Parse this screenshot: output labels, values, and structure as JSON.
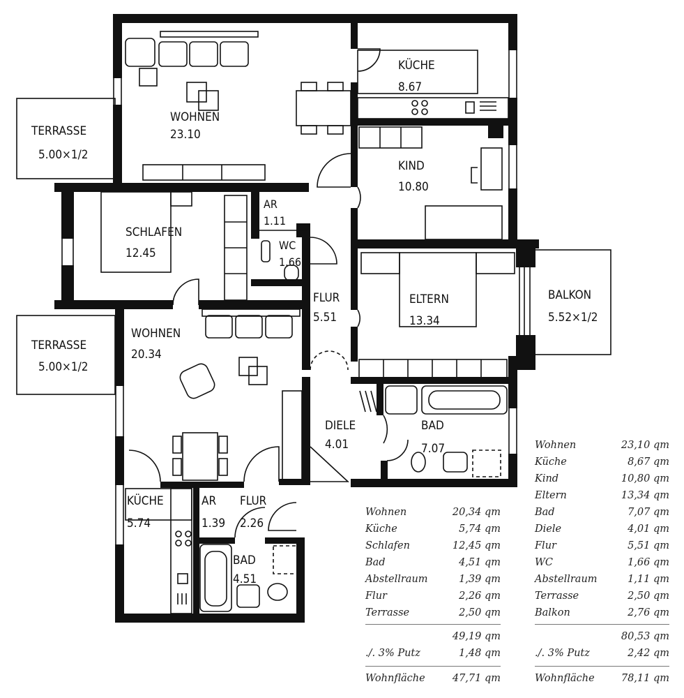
{
  "rooms": {
    "terrasse_top": {
      "name": "TERRASSE",
      "area": "5.00×1/2"
    },
    "wohnen_top": {
      "name": "WOHNEN",
      "area": "23.10"
    },
    "kueche_top": {
      "name": "KÜCHE",
      "area": "8.67"
    },
    "kind": {
      "name": "KIND",
      "area": "10.80"
    },
    "schlafen": {
      "name": "SCHLAFEN",
      "area": "12.45"
    },
    "ar_top": {
      "name": "AR",
      "area": "1.11"
    },
    "wc": {
      "name": "WC",
      "area": "1.66"
    },
    "flur_top": {
      "name": "FLUR",
      "area": "5.51"
    },
    "eltern": {
      "name": "ELTERN",
      "area": "13.34"
    },
    "balkon": {
      "name": "BALKON",
      "area": "5.52×1/2"
    },
    "terrasse_bottom": {
      "name": "TERRASSE",
      "area": "5.00×1/2"
    },
    "wohnen_bottom": {
      "name": "WOHNEN",
      "area": "20.34"
    },
    "diele": {
      "name": "DIELE",
      "area": "4.01"
    },
    "bad_top": {
      "name": "BAD",
      "area": "7.07"
    },
    "kueche_bottom": {
      "name": "KÜCHE",
      "area": "5.74"
    },
    "ar_bottom": {
      "name": "AR",
      "area": "1.39"
    },
    "flur_bottom": {
      "name": "FLUR",
      "area": "2.26"
    },
    "bad_bottom": {
      "name": "BAD",
      "area": "4.51"
    }
  },
  "table_left": {
    "rows": [
      {
        "name": "Wohnen",
        "value": "20,34 qm"
      },
      {
        "name": "Küche",
        "value": "5,74 qm"
      },
      {
        "name": "Schlafen",
        "value": "12,45 qm"
      },
      {
        "name": "Bad",
        "value": "4,51 qm"
      },
      {
        "name": "Abstellraum",
        "value": "1,39 qm"
      },
      {
        "name": "Flur",
        "value": "2,26 qm"
      },
      {
        "name": "Terrasse",
        "value": "2,50 qm"
      }
    ],
    "sum": "49,19 qm",
    "putz_label": "./. 3% Putz",
    "putz_value": "1,48 qm",
    "total_label": "Wohnfläche",
    "total_value": "47,71 qm"
  },
  "table_right": {
    "rows": [
      {
        "name": "Wohnen",
        "value": "23,10 qm"
      },
      {
        "name": "Küche",
        "value": "8,67 qm"
      },
      {
        "name": "Kind",
        "value": "10,80 qm"
      },
      {
        "name": "Eltern",
        "value": "13,34 qm"
      },
      {
        "name": "Bad",
        "value": "7,07 qm"
      },
      {
        "name": "Diele",
        "value": "4,01 qm"
      },
      {
        "name": "Flur",
        "value": "5,51 qm"
      },
      {
        "name": "WC",
        "value": "1,66 qm"
      },
      {
        "name": "Abstellraum",
        "value": "1,11 qm"
      },
      {
        "name": "Terrasse",
        "value": "2,50 qm"
      },
      {
        "name": "Balkon",
        "value": "2,76 qm"
      }
    ],
    "sum": "80,53 qm",
    "putz_label": "./. 3% Putz",
    "putz_value": "2,42 qm",
    "total_label": "Wohnfläche",
    "total_value": "78,11 qm"
  }
}
